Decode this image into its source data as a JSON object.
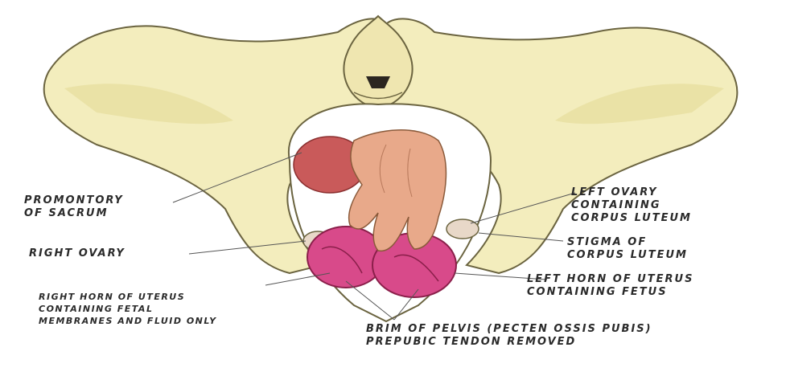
{
  "labels": {
    "promontory": [
      "PROMONTORY",
      "OF SACRUM"
    ],
    "right_ovary": [
      "RIGHT OVARY"
    ],
    "right_horn": [
      "RIGHT HORN OF UTERUS",
      "CONTAINING FETAL",
      "MEMBRANES AND FLUID ONLY"
    ],
    "left_ovary": [
      "LEFT OVARY",
      "CONTAINING",
      "CORPUS LUTEUM"
    ],
    "stigma": [
      "STIGMA OF",
      "CORPUS LUTEUM"
    ],
    "left_horn": [
      "LEFT HORN OF UTERUS",
      "CONTAINING FETUS"
    ],
    "brim": [
      "BRIM OF PELVIS (PECTEN OSSIS PUBIS)",
      "PREPUBIC TENDON REMOVED"
    ]
  },
  "colors": {
    "bone": "#f3edbd",
    "bone_shadow": "#d9cf8a",
    "bone_outline": "#6b6440",
    "hand": "#e8a98a",
    "uterus": "#d84a8a",
    "uterus_dark": "#8a1f4a",
    "ovary": "#c95a5a"
  }
}
